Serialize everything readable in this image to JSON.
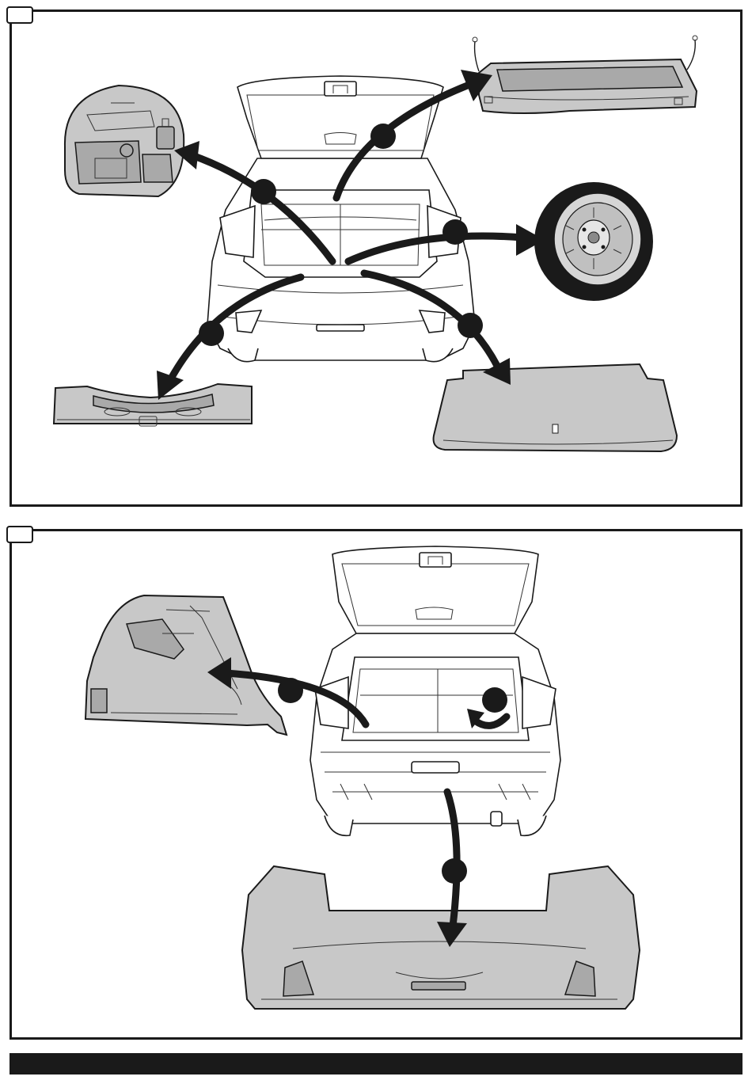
{
  "panels": [
    {
      "id": "step-1",
      "step_label": ""
    },
    {
      "id": "step-2",
      "step_label": ""
    }
  ],
  "colors": {
    "outline": "#1a1a1a",
    "part_fill": "#c8c8c8",
    "background": "#ffffff"
  },
  "icons": [
    "parcel-shelf",
    "foam-tool-tray",
    "spare-wheel",
    "trunk-floor-board",
    "sill-trim",
    "side-trim-panel",
    "rear-bumper"
  ]
}
